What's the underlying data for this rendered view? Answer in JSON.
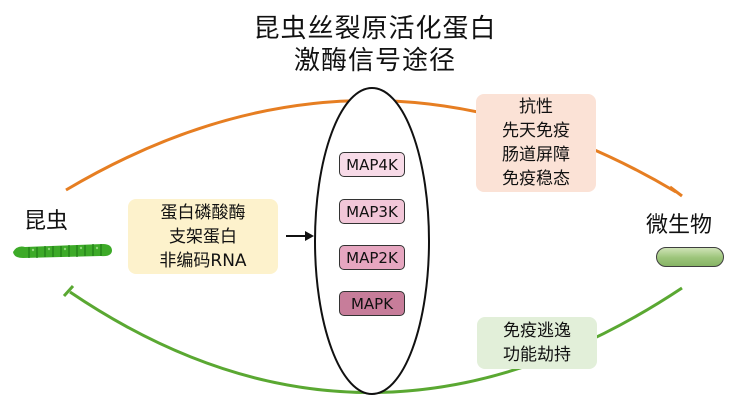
{
  "title": {
    "line1": "昆虫丝裂原活化蛋白",
    "line2": "激酶信号途径"
  },
  "insect_label": "昆虫",
  "microbe_label": "微生物",
  "middle_box": {
    "lines": [
      "蛋白磷酸酶",
      "支架蛋白",
      "非编码RNA"
    ],
    "color": "#fdf2cc"
  },
  "upper_box": {
    "lines": [
      "抗性",
      "先天免疫",
      "肠道屏障",
      "免疫稳态"
    ],
    "color": "#fbe2d6"
  },
  "lower_box": {
    "lines": [
      "免疫逃逸",
      "功能劫持"
    ],
    "color": "#e2efd9"
  },
  "cascade": [
    {
      "label": "MAP4K",
      "color": "#f8dbe8"
    },
    {
      "label": "MAP3K",
      "color": "#f2c6d8"
    },
    {
      "label": "MAP2K",
      "color": "#e6a6c0"
    },
    {
      "label": "MAPK",
      "color": "#c77d9a"
    }
  ],
  "colors": {
    "insect_to_microbe_arc": "#e67e22",
    "microbe_to_insect_arc": "#5aa832",
    "worm": "#3daa28",
    "microbe": "#9cc47a"
  },
  "icons": {
    "insect": "green-larva-icon",
    "microbe": "rod-bacterium-icon"
  }
}
